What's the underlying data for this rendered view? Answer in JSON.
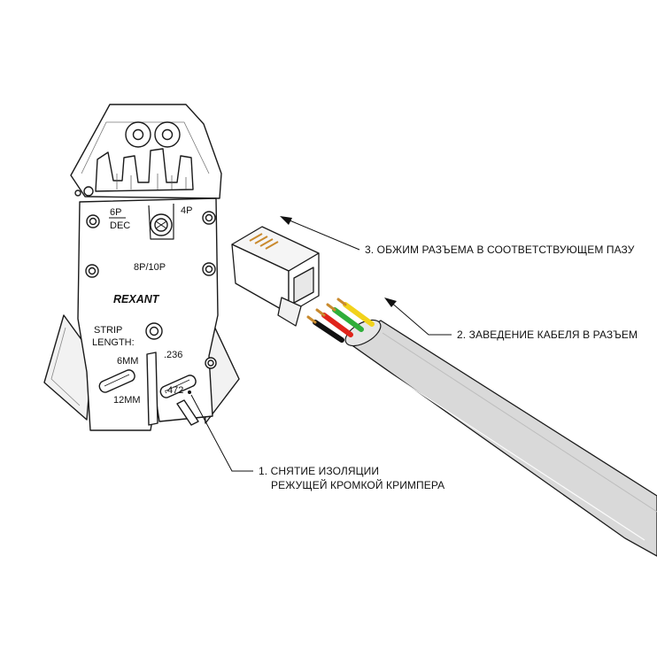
{
  "tool": {
    "brand": "REXANT",
    "slot_6p": "6P",
    "slot_dec": "DEC",
    "slot_4p": "4P",
    "slot_8p10p": "8P/10P",
    "strip": "STRIP",
    "length": "LENGTH:",
    "mm6": "6MM",
    "mm12": "12MM",
    "inch236": ".236",
    "inch472": ".472"
  },
  "callouts": {
    "step3": "3. ОБЖИМ РАЗЪЕМА В СООТВЕТСТВУЮЩЕМ ПАЗУ",
    "step2": "2. ЗАВЕДЕНИЕ КАБЕЛЯ В РАЗЪЕМ",
    "step1_line1": "1. СНЯТИЕ ИЗОЛЯЦИИ",
    "step1_line2": "РЕЖУЩЕЙ КРОМКОЙ КРИМПЕРА"
  },
  "wire_colors": {
    "black": "#111111",
    "red": "#e0241b",
    "green": "#2fae3a",
    "yellow": "#f2d21b",
    "cable": "#d9d9d9",
    "contacts": "#c98a2e"
  }
}
